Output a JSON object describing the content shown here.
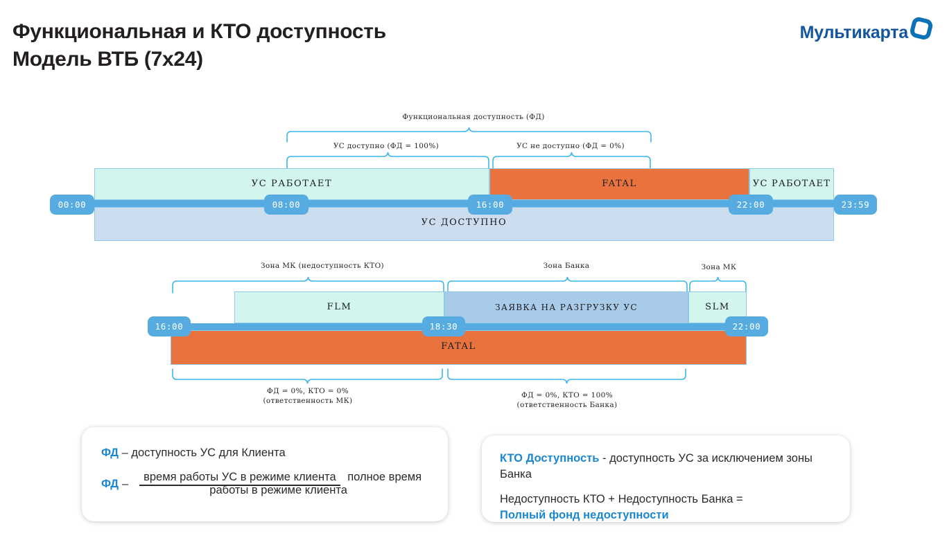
{
  "header": {
    "title": "Функциональная и КТО доступность\nМодель ВТБ (7х24)",
    "logo_text": "Мультикарта"
  },
  "colors": {
    "mint": "#D2F5EE",
    "light_blue": "#CBDDEF",
    "steel_blue": "#A9CBEA",
    "orange": "#E8733F",
    "axis_blue": "#56ACE0",
    "accent": "#1B87CF",
    "brand": "#14559F",
    "bracket": "#3FB7EA"
  },
  "diagram_top": {
    "brackets": [
      {
        "label": "Функциональная доступность (ФД)"
      },
      {
        "label": "УС доступно (ФД = 100%)"
      },
      {
        "label": "УС не доступно (ФД = 0%)"
      }
    ],
    "upper_blocks": [
      {
        "label": "УС РАБОТАЕТ",
        "kind": "mint"
      },
      {
        "label": "FATAL",
        "kind": "orange"
      },
      {
        "label": "УС\nРАБОТАЕТ",
        "kind": "mint"
      }
    ],
    "lower_band": {
      "label": "УС ДОСТУПНО",
      "kind": "blue"
    },
    "time_marks": [
      "00:00",
      "08:00",
      "16:00",
      "22:00",
      "23:59"
    ]
  },
  "diagram_bottom": {
    "brackets_top": [
      {
        "label": "Зона МК (недоступность КТО)"
      },
      {
        "label": "Зона Банка"
      },
      {
        "label": "Зона МК"
      }
    ],
    "upper_blocks": [
      {
        "label": "FLM",
        "kind": "mint"
      },
      {
        "label": "ЗАЯВКА НА РАЗГРУЗКУ УС",
        "kind": "steel"
      },
      {
        "label": "SLM",
        "kind": "mint"
      }
    ],
    "lower_band": {
      "label": "FATAL",
      "kind": "orange"
    },
    "time_marks": [
      "16:00",
      "18:30",
      "22:00"
    ],
    "brackets_bottom": [
      {
        "label": "ФД = 0%, КТО = 0%\n(ответственность МК)"
      },
      {
        "label": "ФД = 0%, КТО = 100%\n(ответственность Банка)"
      }
    ]
  },
  "legend_left": {
    "line1_accent": "ФД",
    "line1_rest": " – доступность УС для Клиента",
    "formula_lead": "ФД",
    "formula_dash": "–",
    "formula_numerator": "время работы УС в режиме клиента",
    "formula_denominator": "полное время работы в режиме клиента"
  },
  "legend_right": {
    "line1_accent": "КТО Доступность",
    "line1_rest": " - доступность УС за исключением зоны Банка",
    "line2_plain": "Недоступность КТО + Недоступность Банка =",
    "line2_accent": "Полный фонд недоступности"
  }
}
